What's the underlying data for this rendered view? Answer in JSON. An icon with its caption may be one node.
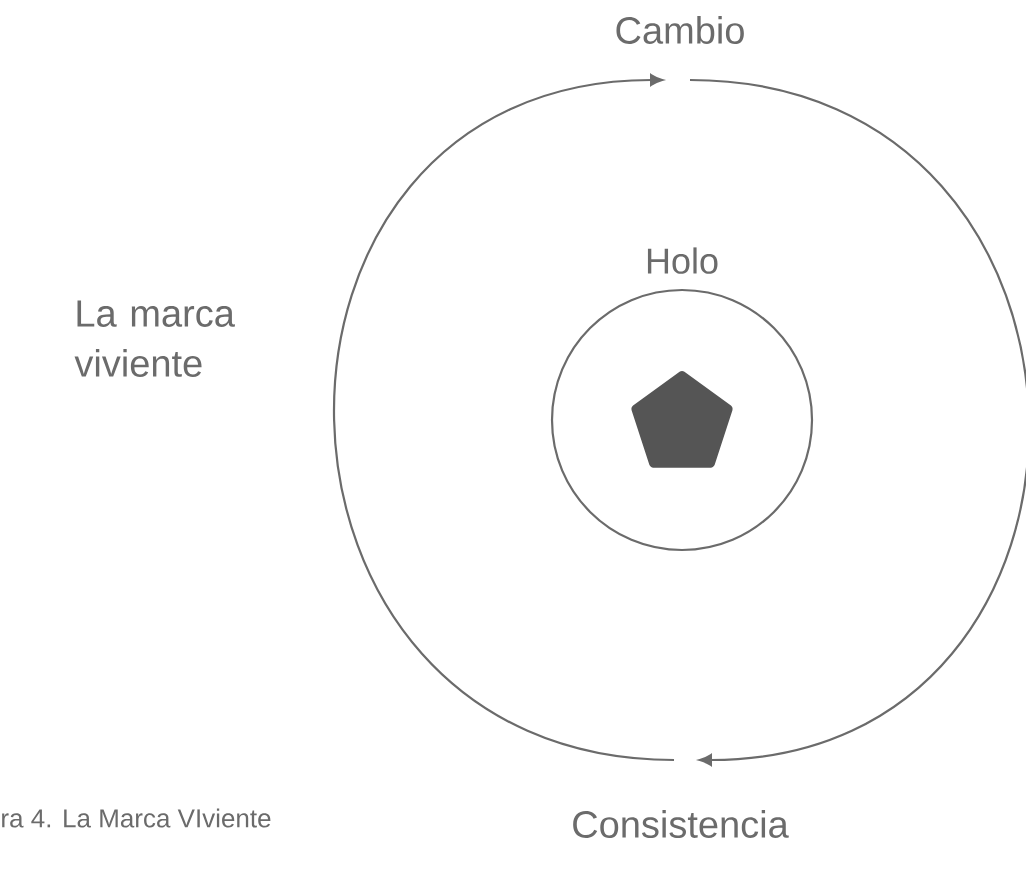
{
  "diagram": {
    "caption": "ra 4. La Marca VIviente",
    "nodes": [
      {
        "text": [
          "Cambio"
        ]
      },
      {
        "text": [
          "Holo"
        ]
      },
      {
        "text": [],
        "shape": "pentagon",
        "in": 1
      },
      {
        "text": [
          "Consistencia"
        ]
      }
    ],
    "edges": [
      {
        "from": 3,
        "to": 0,
        "arrow": "to"
      },
      {
        "from": 0,
        "to": 3,
        "arrow": "to"
      }
    ],
    "labels": [
      "La marca viviente"
    ]
  }
}
